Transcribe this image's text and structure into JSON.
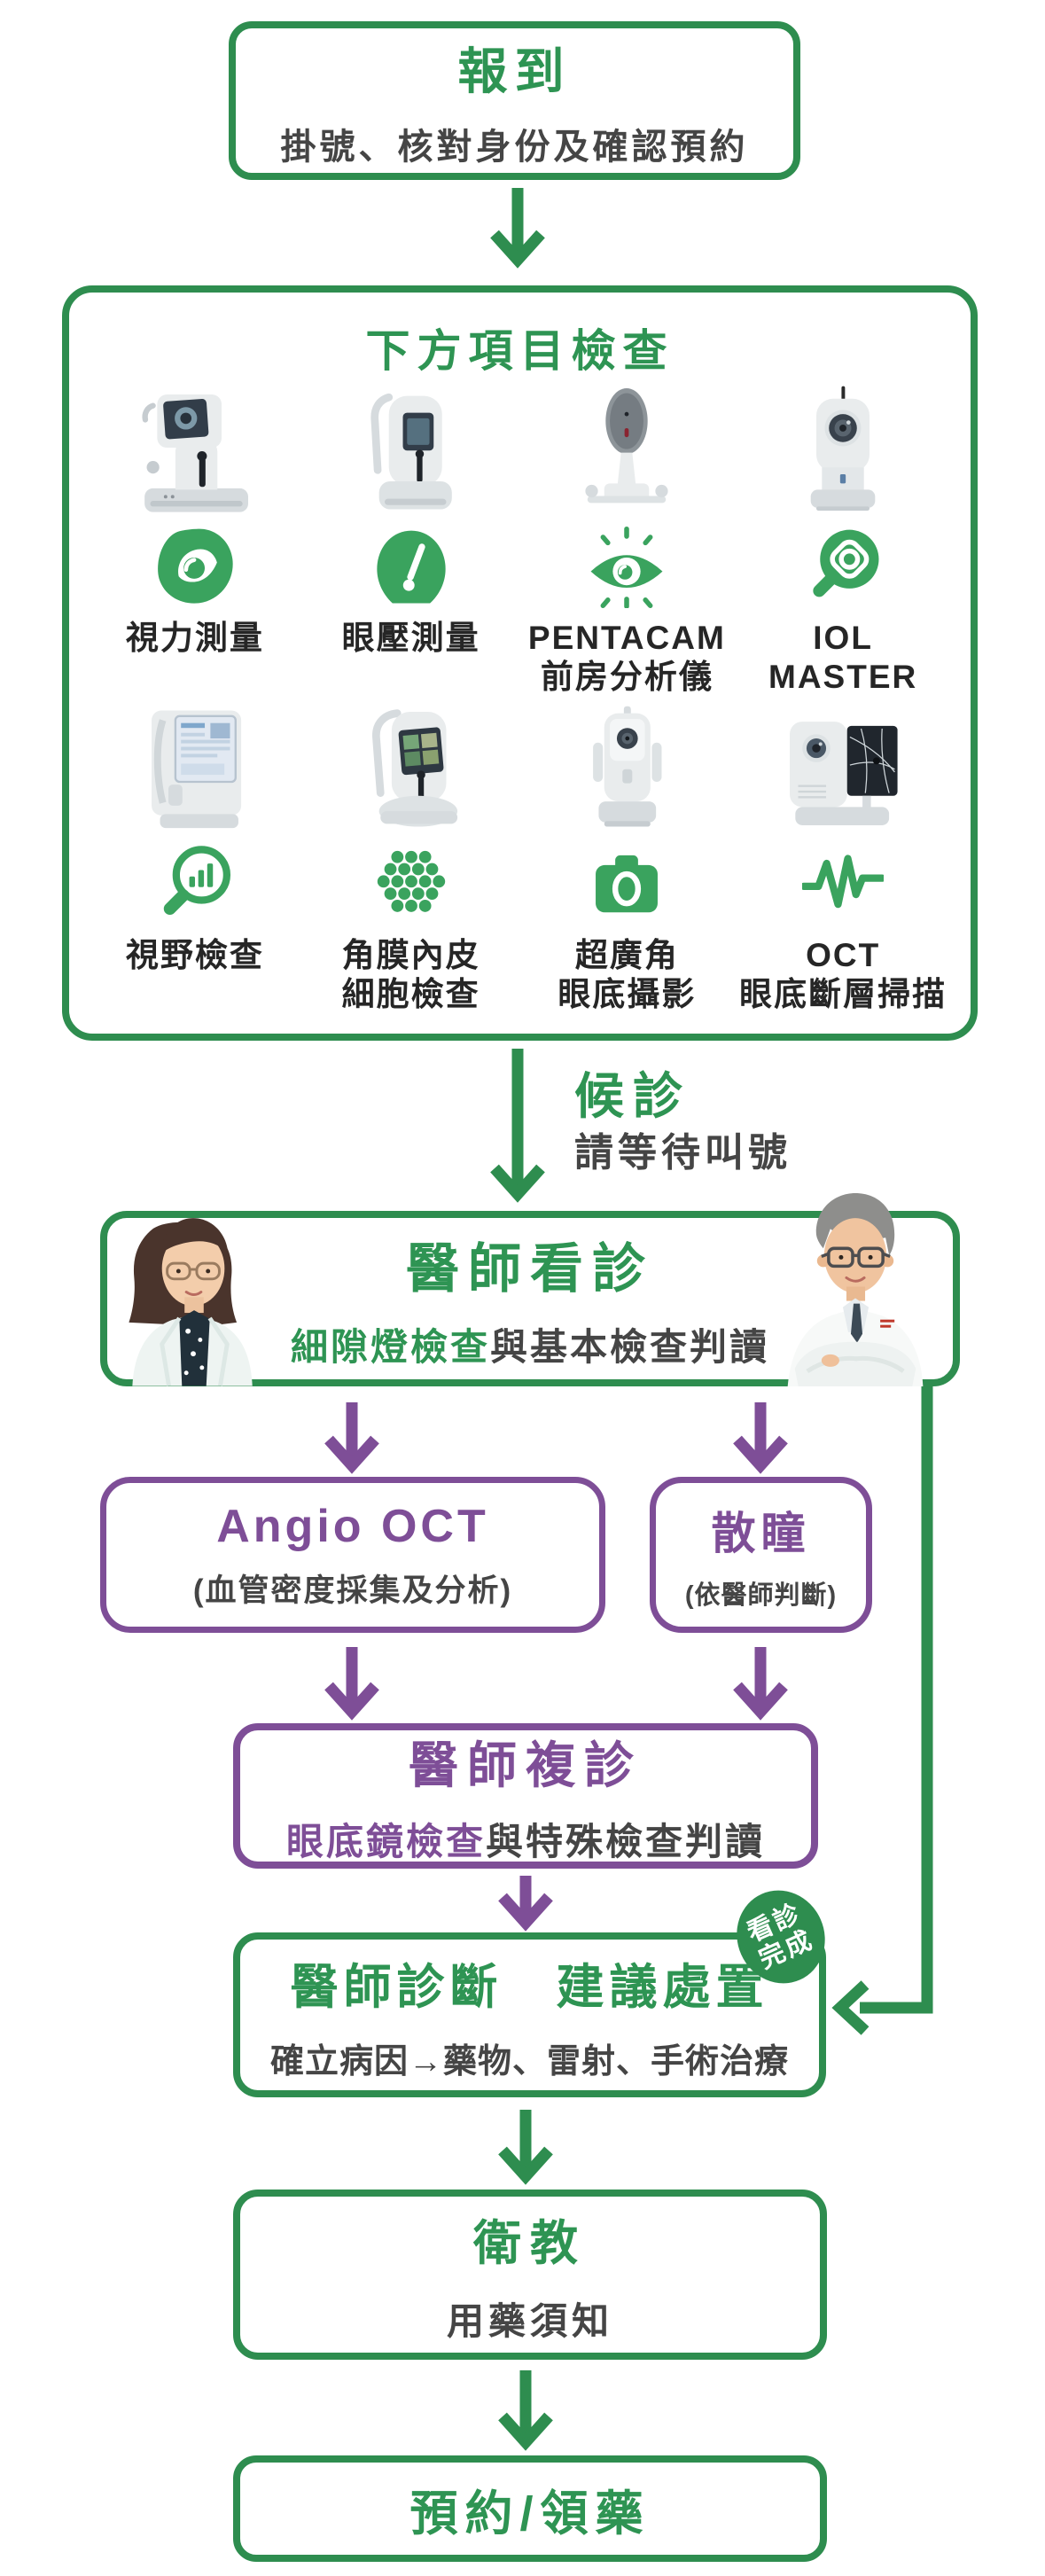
{
  "palette": {
    "green_border": "#2e8d4f",
    "green_text": "#2e9453",
    "icon_green": "#3aa35e",
    "purple": "#7e4e97",
    "subtitle_gray": "#454545",
    "label_dark": "#262626"
  },
  "checkin": {
    "title": "報到",
    "subtitle": "掛號、核對身份及確認預約"
  },
  "exams": {
    "title": "下方項目檢查",
    "items": [
      {
        "label": "視力測量",
        "icon": "eye-icon",
        "machine": "autorefractor"
      },
      {
        "label": "眼壓測量",
        "icon": "gauge-icon",
        "machine": "tonometer"
      },
      {
        "label": "PENTACAM\n前房分析儀",
        "icon": "eye-rays-icon",
        "machine": "pentacam"
      },
      {
        "label": "IOL MASTER",
        "icon": "magnifier-eye-icon",
        "machine": "iolmaster"
      },
      {
        "label": "視野檢查",
        "icon": "magnifier-chart-icon",
        "machine": "perimeter"
      },
      {
        "label": "角膜內皮\n細胞檢查",
        "icon": "cells-icon",
        "machine": "specular"
      },
      {
        "label": "超廣角\n眼底攝影",
        "icon": "camera-icon",
        "machine": "fundus"
      },
      {
        "label": "OCT\n眼底斷層掃描",
        "icon": "waveform-icon",
        "machine": "octmachine"
      }
    ]
  },
  "waiting": {
    "title": "候診",
    "subtitle": "請等待叫號"
  },
  "doctor_visit": {
    "title": "醫師看診",
    "subtitle_highlight": "細隙燈檢查",
    "subtitle_rest": "與基本檢查判讀"
  },
  "angio_oct": {
    "title": "Angio OCT",
    "subtitle": "(血管密度採集及分析)"
  },
  "dilation": {
    "title": "散瞳",
    "subtitle": "(依醫師判斷)"
  },
  "recheck": {
    "title": "醫師複診",
    "subtitle_highlight": "眼底鏡檢查",
    "subtitle_rest": "與特殊檢查判讀"
  },
  "diagnosis": {
    "title": "醫師診斷　建議處置",
    "subtitle": "確立病因→藥物、雷射、手術治療",
    "badge_line1": "看診",
    "badge_line2": "完成"
  },
  "education": {
    "title": "衛教",
    "subtitle": "用藥須知"
  },
  "pharmacy": {
    "title": "預約/領藥"
  }
}
